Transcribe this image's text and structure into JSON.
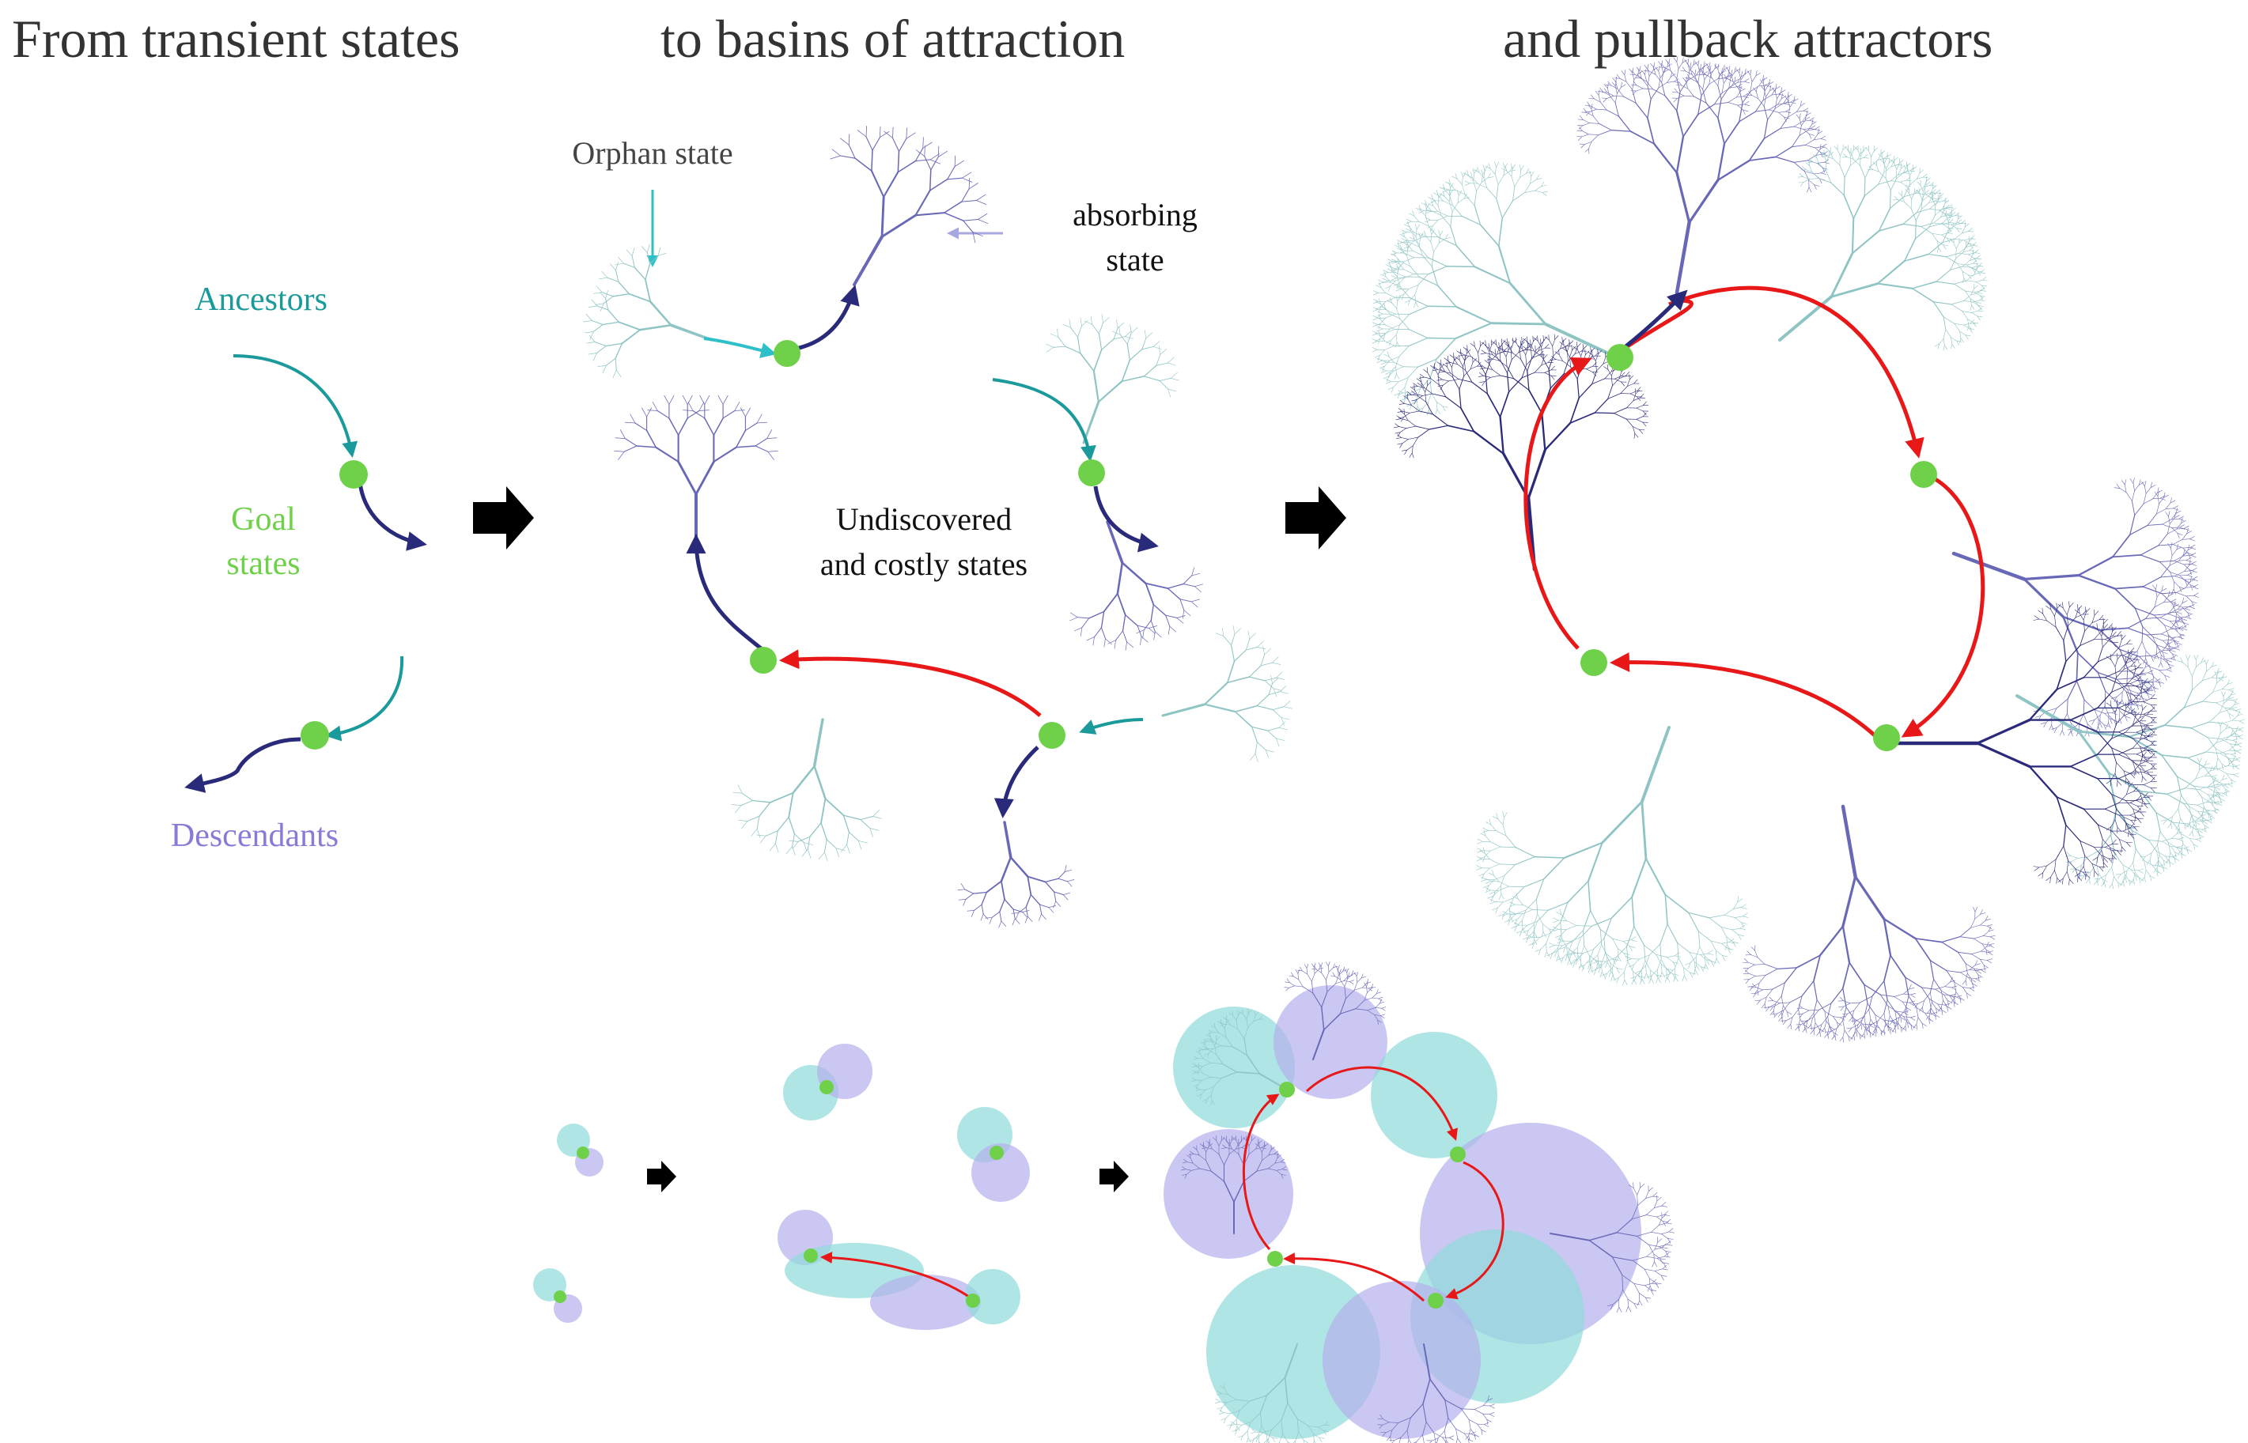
{
  "headings": {
    "left": "From transient states",
    "middle": "to basins of attraction",
    "right": "and pullback attractors"
  },
  "labels": {
    "ancestors": "Ancestors",
    "goal_line1": "Goal",
    "goal_line2": "states",
    "descendants": "Descendants",
    "orphan": "Orphan state",
    "absorbing_line1": "absorbing",
    "absorbing_line2": "state",
    "undiscovered_line1": "Undiscovered",
    "undiscovered_line2": "and costly states"
  },
  "colors": {
    "goal": "#6fd14a",
    "ancestor": "#1a9a9a",
    "ancestor_light": "#8fc4c4",
    "descendant": "#2a2a7a",
    "descendant_light": "#6868b8",
    "pullback": "#e81818",
    "orphan_arrow": "#2ec0c8",
    "absorbing_arrow": "#a8a8e0",
    "basin_teal": "#8fdada",
    "basin_violet": "#b4b0ec",
    "heading_text": "#333333",
    "ancestor_label": "#1a9a9a",
    "goal_label": "#6fd14a",
    "descendant_label": "#8a7ad8"
  }
}
